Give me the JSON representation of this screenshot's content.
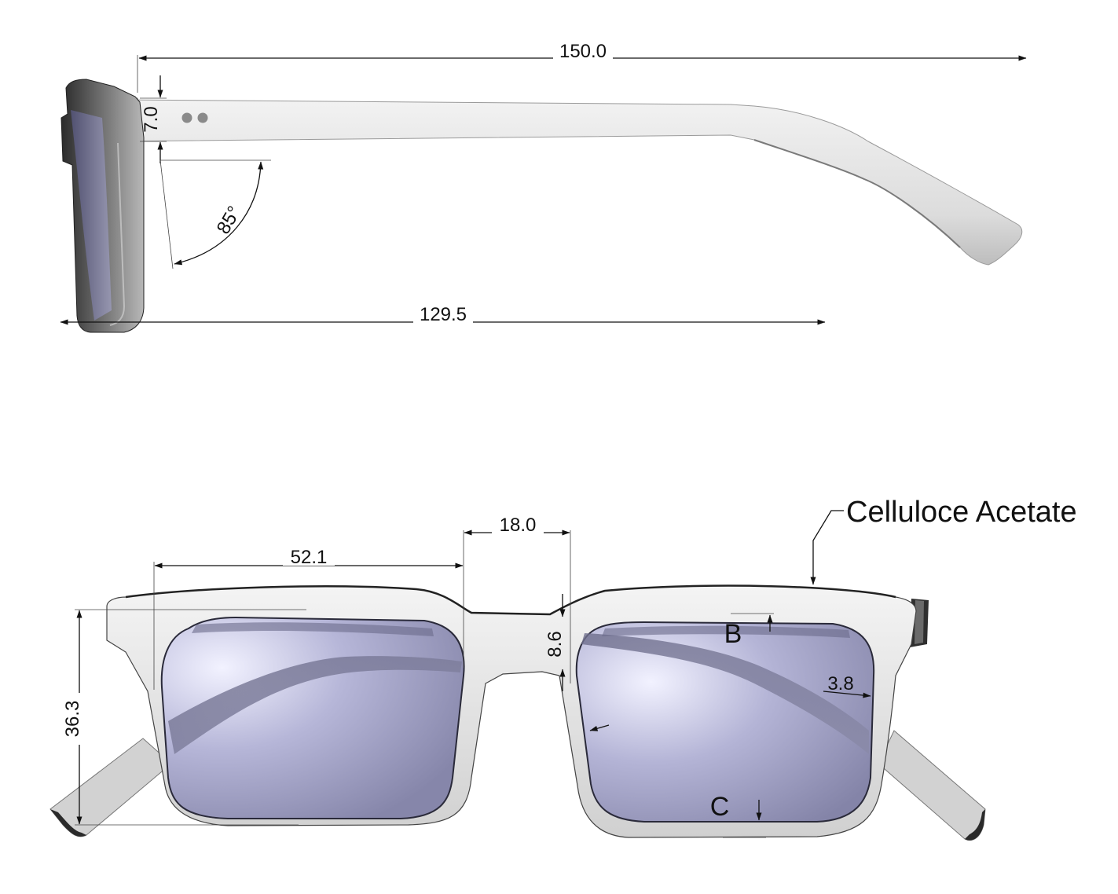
{
  "colors": {
    "frame_light": "#e4e4e4",
    "frame_shadow": "#8e8e8e",
    "frame_dark": "#3a3a3a",
    "lens_light": "#e8e8ff",
    "lens_dark": "#7a7a9e",
    "line": "#111111"
  },
  "side_view": {
    "overall_length": "150.0",
    "temple_length": "129.5",
    "hinge_height": "7.0",
    "pantoscopic_angle": "85°"
  },
  "front_view": {
    "lens_width": "52.1",
    "bridge_width": "18.0",
    "lens_height": "36.3",
    "bridge_height": "8.6",
    "rim_thickness": "3.8",
    "marker_b": "B",
    "marker_c": "C",
    "material": "Celluloce Acetate"
  }
}
